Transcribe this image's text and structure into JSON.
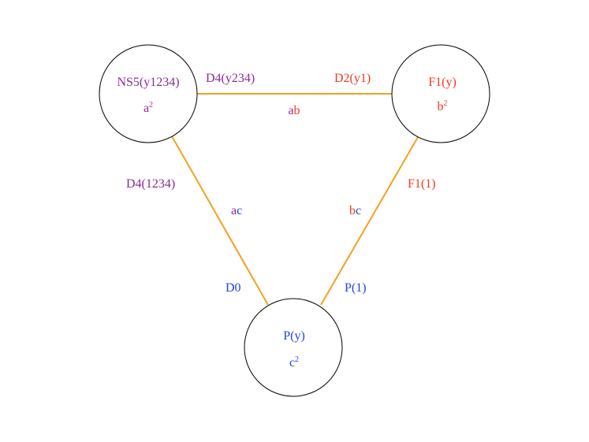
{
  "colors": {
    "purple": "#8b2a94",
    "red": "#f03a1e",
    "blue": "#2244dd",
    "edge": "#f5a020",
    "node_stroke": "#000000"
  },
  "nodes": {
    "ns5": {
      "name": "NS5(y1234)",
      "sq_base": "a",
      "sq_exp": "2"
    },
    "f1": {
      "name": "F1(y)",
      "sq_base": "b",
      "sq_exp": "2"
    },
    "p": {
      "name": "P(y)",
      "sq_base": "c",
      "sq_exp": "2"
    }
  },
  "edges": {
    "ns5_f1": {
      "left": "D4(y234)",
      "right": "D2(y1)",
      "mid_a": "a",
      "mid_b": "b"
    },
    "ns5_p": {
      "top": "D4(1234)",
      "bottom": "D0",
      "mid_a": "a",
      "mid_b": "c"
    },
    "f1_p": {
      "top": "F1(1)",
      "bottom": "P(1)",
      "mid_a": "b",
      "mid_b": "c"
    }
  }
}
